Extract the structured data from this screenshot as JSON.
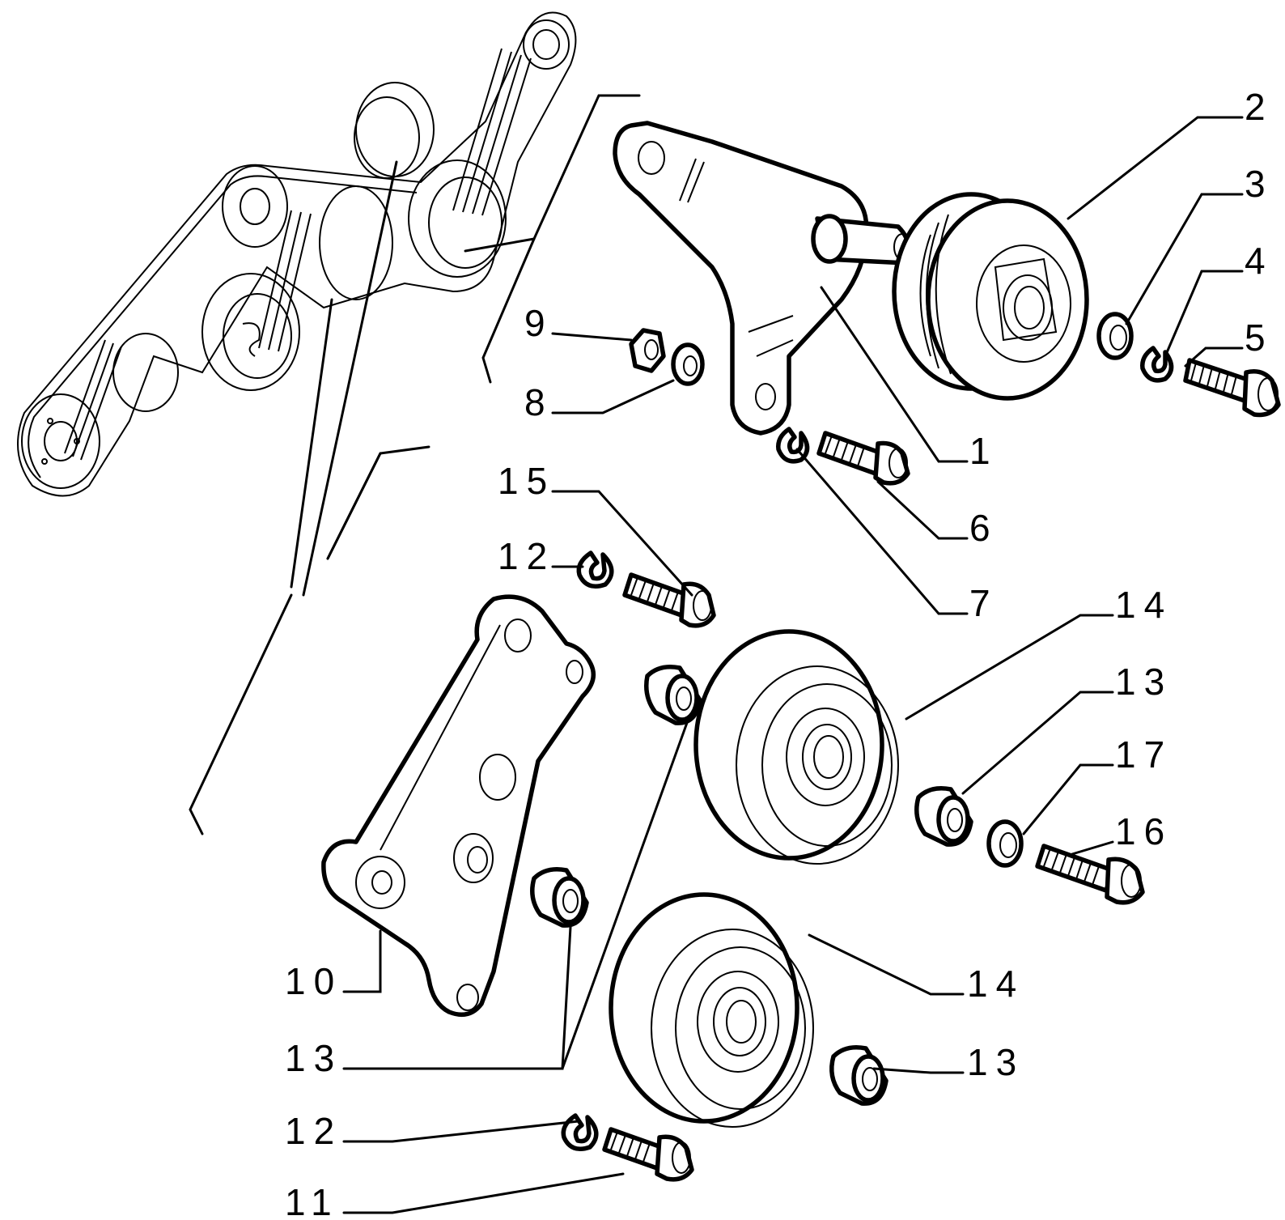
{
  "callouts": [
    {
      "id": "c1",
      "label": "1"
    },
    {
      "id": "c2",
      "label": "2"
    },
    {
      "id": "c3",
      "label": "3"
    },
    {
      "id": "c4",
      "label": "4"
    },
    {
      "id": "c5",
      "label": "5"
    },
    {
      "id": "c6",
      "label": "6"
    },
    {
      "id": "c7",
      "label": "7"
    },
    {
      "id": "c8",
      "label": "8"
    },
    {
      "id": "c9",
      "label": "9"
    },
    {
      "id": "c10",
      "label": "10"
    },
    {
      "id": "c11",
      "label": "11"
    },
    {
      "id": "c12a",
      "label": "12"
    },
    {
      "id": "c12b",
      "label": "12"
    },
    {
      "id": "c13a",
      "label": "13"
    },
    {
      "id": "c13b",
      "label": "13"
    },
    {
      "id": "c13c",
      "label": "13"
    },
    {
      "id": "c14a",
      "label": "14"
    },
    {
      "id": "c14b",
      "label": "14"
    },
    {
      "id": "c15",
      "label": "15"
    },
    {
      "id": "c16",
      "label": "16"
    },
    {
      "id": "c17",
      "label": "17"
    }
  ],
  "icons": [
    "belt-layout-icon",
    "bracket-icon",
    "pulley-icon",
    "bolt-icon",
    "washer-icon",
    "nut-icon",
    "bushing-icon"
  ]
}
